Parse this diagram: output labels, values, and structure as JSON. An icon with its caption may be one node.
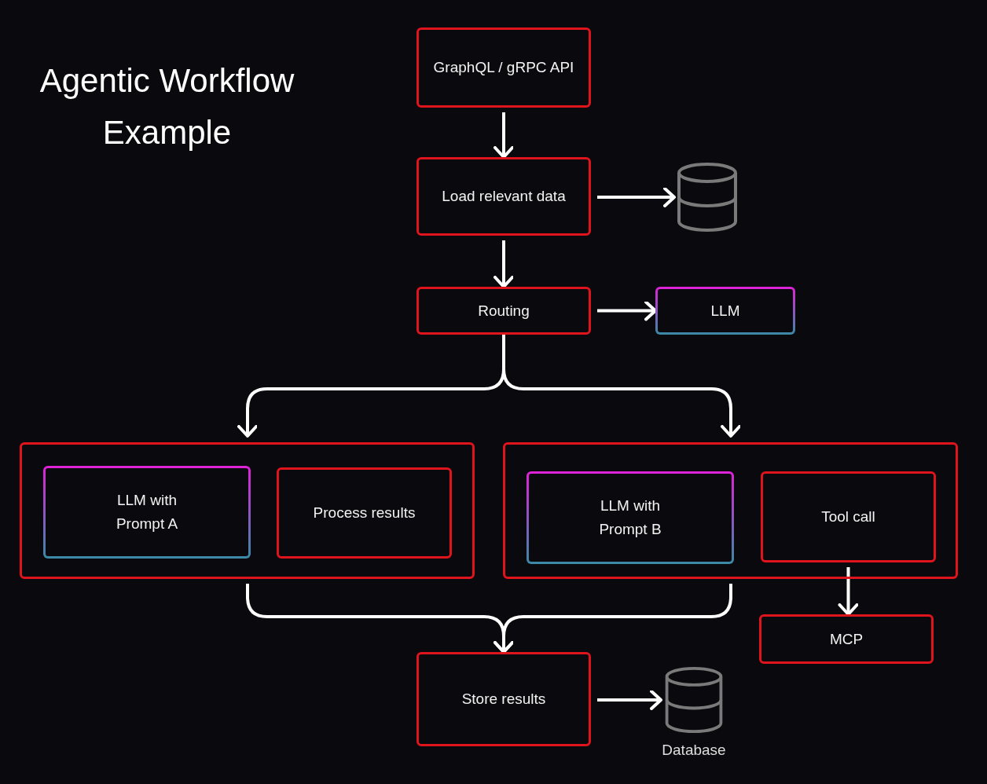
{
  "diagram": {
    "title": "Agentic Workflow Example",
    "nodes": [
      {
        "text": [
          "GraphQL / gRPC API"
        ]
      },
      {
        "text": [
          "Load relevant data"
        ]
      },
      {
        "text": [],
        "shape": "cylinder"
      },
      {
        "text": [
          "Routing"
        ]
      },
      {
        "text": [
          "LLM"
        ]
      },
      {
        "text": [],
        "shape": "box"
      },
      {
        "text": [
          "LLM with Prompt A"
        ],
        "in": 5
      },
      {
        "text": [
          "Process results"
        ],
        "in": 5
      },
      {
        "text": [],
        "shape": "box"
      },
      {
        "text": [
          "LLM with Prompt B"
        ],
        "in": 8
      },
      {
        "text": [
          "Tool call"
        ],
        "in": 8
      },
      {
        "text": [
          "MCP"
        ]
      },
      {
        "text": [
          "Store results"
        ]
      },
      {
        "text": [],
        "shape": "cylinder",
        "beside": [
          "Database"
        ]
      }
    ],
    "edges": [
      {
        "from": 0,
        "to": 1,
        "arrow": "to"
      },
      {
        "from": 1,
        "to": 2,
        "arrow": "to"
      },
      {
        "from": 1,
        "to": 3,
        "arrow": "to"
      },
      {
        "from": 3,
        "to": 4,
        "arrow": "to"
      },
      {
        "from": 3,
        "to": 5,
        "arrow": "to"
      },
      {
        "from": 3,
        "to": 8,
        "arrow": "to"
      },
      {
        "from": 5,
        "to": 12,
        "arrow": "to"
      },
      {
        "from": 8,
        "to": 12,
        "arrow": "to"
      },
      {
        "from": 10,
        "to": 11,
        "arrow": "to"
      },
      {
        "from": 12,
        "to": 13,
        "arrow": "to"
      }
    ]
  }
}
